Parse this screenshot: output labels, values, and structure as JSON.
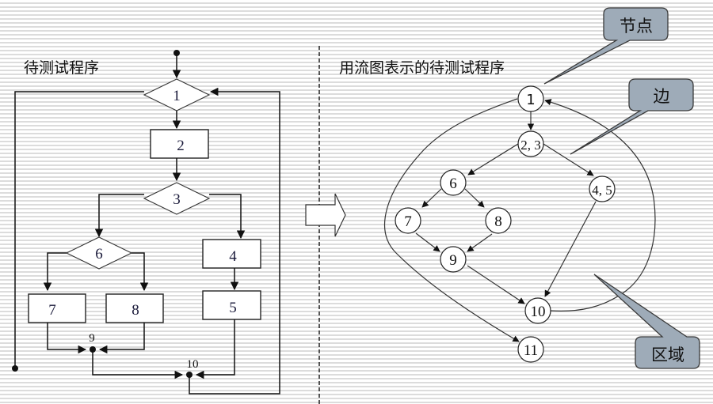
{
  "left_panel": {
    "title": "待测试程序",
    "nodes": {
      "n1": "1",
      "n2": "2",
      "n3": "3",
      "n4": "4",
      "n5": "5",
      "n6": "6",
      "n7": "7",
      "n8": "8",
      "n9": "9",
      "n10": "10"
    }
  },
  "right_panel": {
    "title": "用流图表示的待测试程序",
    "nodes": {
      "n1": "1",
      "n23": "2, 3",
      "n45": "4, 5",
      "n6": "6",
      "n7": "7",
      "n8": "8",
      "n9": "9",
      "n10": "10",
      "n11": "11"
    },
    "callouts": {
      "node": "节点",
      "edge": "边",
      "region": "区域"
    }
  },
  "colors": {
    "callout_fill": "#9eabb8",
    "stripe_gray": "#dcdcdc"
  }
}
